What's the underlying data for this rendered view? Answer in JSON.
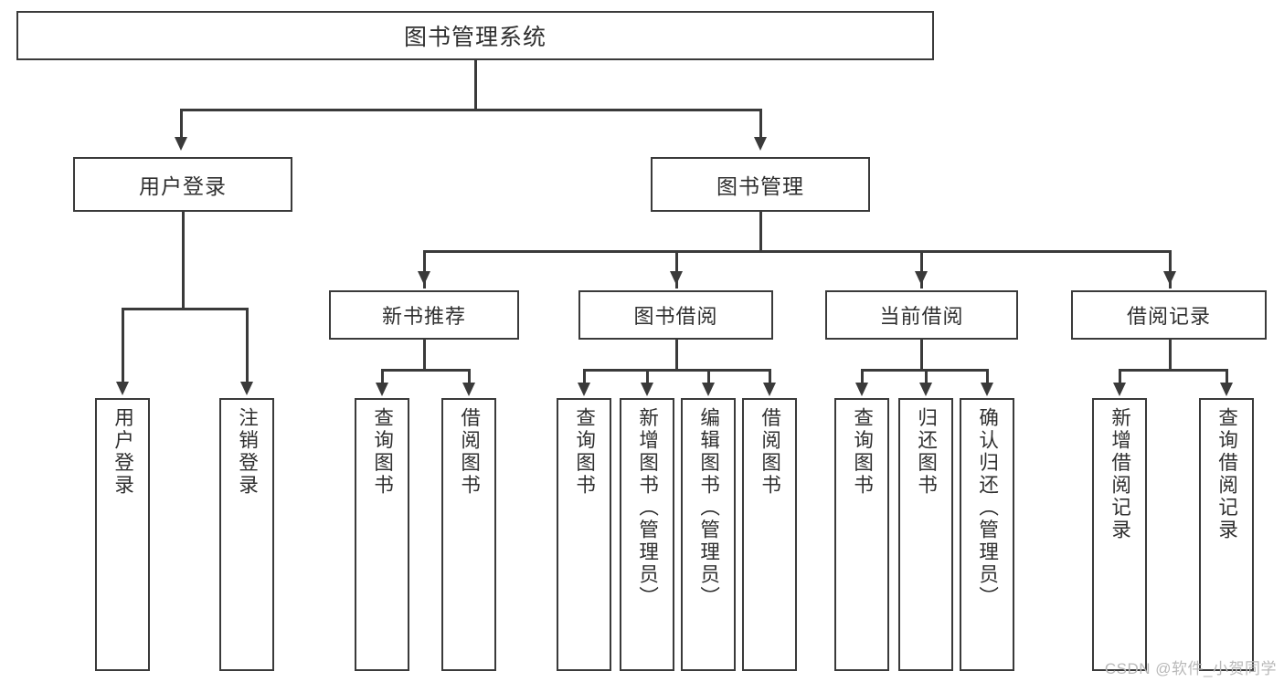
{
  "diagram": {
    "title": "图书管理系统",
    "type": "hierarchy-tree",
    "root": {
      "label": "图书管理系统"
    },
    "level2": [
      {
        "label": "用户登录"
      },
      {
        "label": "图书管理"
      }
    ],
    "level3": [
      {
        "label": "新书推荐"
      },
      {
        "label": "图书借阅"
      },
      {
        "label": "当前借阅"
      },
      {
        "label": "借阅记录"
      }
    ],
    "leaves": {
      "user_login": [
        {
          "label": "用户登录"
        },
        {
          "label": "注销登录"
        }
      ],
      "new_book_recommend": [
        {
          "label": "查询图书"
        },
        {
          "label": "借阅图书"
        }
      ],
      "book_borrow": [
        {
          "label": "查询图书"
        },
        {
          "label": "新增图书（管理员）"
        },
        {
          "label": "编辑图书（管理员）"
        },
        {
          "label": "借阅图书"
        }
      ],
      "current_borrow": [
        {
          "label": "查询图书"
        },
        {
          "label": "归还图书"
        },
        {
          "label": "确认归还（管理员）"
        }
      ],
      "borrow_record": [
        {
          "label": "新增借阅记录"
        },
        {
          "label": "查询借阅记录"
        }
      ]
    }
  },
  "watermark": {
    "text": "CSDN @软件_小贺同学"
  },
  "colors": {
    "stroke": "#3a3a3a",
    "background": "#ffffff",
    "text": "#2f2f2f",
    "watermark": "#b9b9b9"
  }
}
